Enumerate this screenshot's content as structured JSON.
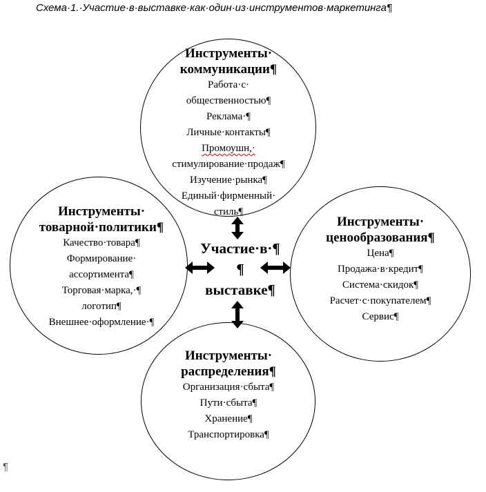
{
  "caption": "Схема·1.·Участие·в·выставке·как·один·из·инструментов·маркетинга¶",
  "center": {
    "line1": "Участие·в·¶",
    "line2": "¶",
    "line3": "выставке¶"
  },
  "communication": {
    "title_1": "Инструменты·",
    "title_2": "коммуникации¶",
    "items": [
      "Работа·с·",
      "общественностью¶",
      "Реклама·¶",
      "Личные·контакты¶",
      "Промоушн,·",
      "стимулирование·продаж¶",
      "Изучение·рынка¶",
      "Единый·фирменный·",
      "стиль¶"
    ]
  },
  "product": {
    "title_1": "Инструменты·",
    "title_2": "товарной·политики¶",
    "items": [
      "Качество·товара¶",
      "Формирование·",
      "ассортимента¶",
      "Торговая·марка,·¶",
      "логотип¶",
      "Внешнее·оформление·¶"
    ]
  },
  "pricing": {
    "title_1": "Инструменты·",
    "title_2": "ценообразования¶",
    "items": [
      "Цена¶",
      "Продажа·в·кредит¶",
      "Система·скидок¶",
      "Расчет·с·покупателем¶",
      "Сервис¶"
    ]
  },
  "distribution": {
    "title_1": "Инструменты·",
    "title_2": "распределения¶",
    "items": [
      "Организация·сбыта¶",
      "Пути·сбыта¶",
      "Хранение¶",
      "Транспортировка¶"
    ]
  },
  "trailing_mark": "¶"
}
